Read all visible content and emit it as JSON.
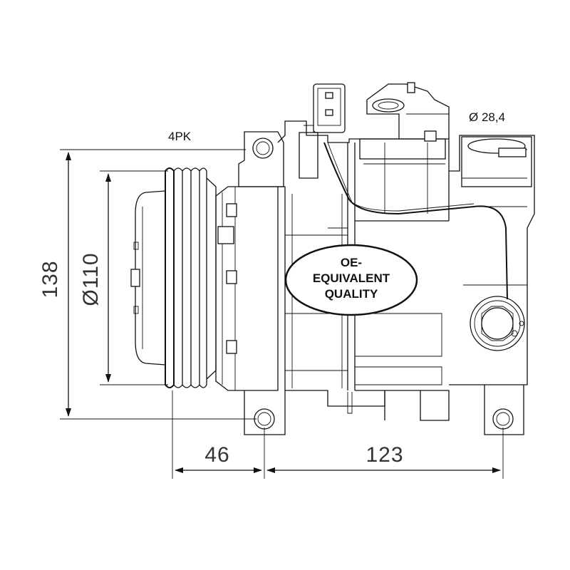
{
  "dimensions": {
    "belt": "4PK",
    "port_diameter": "Ø 28,4",
    "height": "138",
    "pulley_diameter": "Ø110",
    "pulley_to_mount": "46",
    "mount_spacing": "123"
  },
  "badge": {
    "line1": "OE-",
    "line2": "EQUIVALENT",
    "line3": "QUALITY"
  }
}
